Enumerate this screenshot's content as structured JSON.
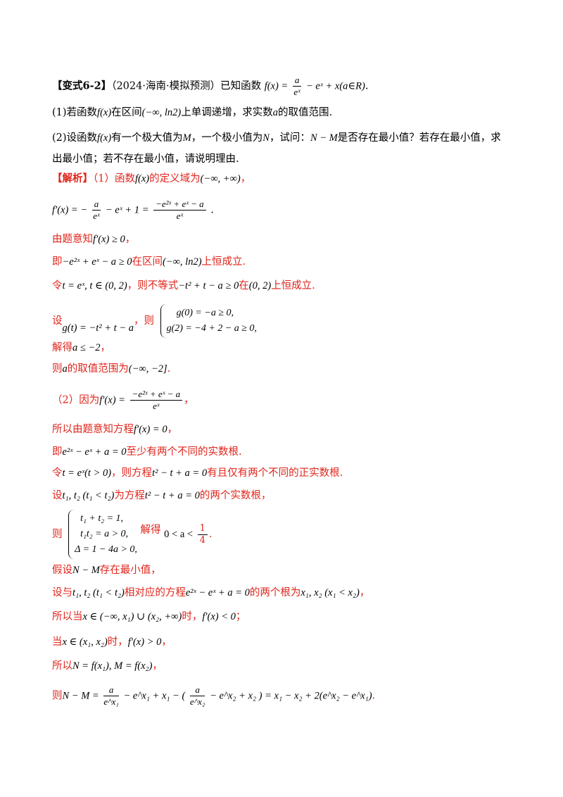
{
  "problem": {
    "tag": "【变式6-2】",
    "source": "（2024·海南·模拟预测）已知函数",
    "func_lhs": "f(x) =",
    "func_frac_num": "a",
    "func_frac_den": "eˣ",
    "func_rest": "− eˣ + x(a∈R)",
    "func_end": ".",
    "q1_prefix": "(1)若函数",
    "q1_f": "f(x)",
    "q1_mid": "在区间",
    "q1_interval": "(−∞, ln2)",
    "q1_mid2": "上单调递增，求实数",
    "q1_a": "a",
    "q1_end": "的取值范围.",
    "q2_line1_a": "(2)设函数",
    "q2_line1_f": "f(x)",
    "q2_line1_b": "有一个极大值为",
    "q2_line1_M": "M",
    "q2_line1_c": "，一个极小值为",
    "q2_line1_N": "N",
    "q2_line1_d": "，试问：",
    "q2_line1_NM": "N − M",
    "q2_line1_e": "是否存在最小值？若存在最小值，求",
    "q2_line2": "出最小值；若不存在最小值，请说明理由."
  },
  "solution": {
    "head": "【解析】",
    "s1a": "（1）函数",
    "s1f": "f(x)",
    "s1b": "的定义域为",
    "s1dom": "(−∞, +∞)",
    "s1c": "，",
    "d1_lhs": "f′(x) = −",
    "d1_num1": "a",
    "d1_den1": "eˣ",
    "d1_mid": "− eˣ + 1 =",
    "d1_num2": "−e²ˣ + eˣ − a",
    "d1_den2": "eˣ",
    "d1_end": ".",
    "s2a": "由题意知",
    "s2m": "f′(x) ≥ 0",
    "s2b": "，",
    "s3a": "即",
    "s3m": "−e²ˣ + eˣ − a ≥ 0",
    "s3b": "在区间",
    "s3i": "(−∞, ln2)",
    "s3c": "上恒成立.",
    "s4a": "令",
    "s4m": "t = eˣ, t ∈ (0, 2)",
    "s4b": "，则不等式",
    "s4m2": "−t² + t − a ≥ 0",
    "s4c": "在",
    "s4i": "(0, 2)",
    "s4d": "上恒成立.",
    "s5a": "设",
    "s5m": "g(t) = −t² + t − a",
    "s5b": "，则",
    "s5sys1": "g(0) = −a ≥ 0,",
    "s5sys2": "g(2) = −4 + 2 − a ≥ 0,",
    "s6a": "解得",
    "s6m": "a ≤ −2",
    "s6b": "，",
    "s7a": "则",
    "s7m": "a",
    "s7b": "的取值范围为",
    "s7i": "(−∞, −2]",
    "s7c": ".",
    "p2a": "（2）因为",
    "p2lhs": "f′(x) =",
    "p2num": "−e²ˣ + eˣ − a",
    "p2den": "eˣ",
    "p2b": "，",
    "p3a": "所以由题意知方程",
    "p3m": "f′(x) = 0",
    "p3b": "，",
    "p4a": "即",
    "p4m": "e²ˣ − eˣ + a = 0",
    "p4b": "至少有两个不同的实数根.",
    "p5a": "令",
    "p5m": "t = eˣ(t > 0)",
    "p5b": "，则方程",
    "p5m2": "t² − t + a = 0",
    "p5c": "有且仅有两个不同的正实数根.",
    "p6a": "设",
    "p6m": "t₁, t₂ (t₁ < t₂)",
    "p6b": "为方程",
    "p6m2": "t² − t + a = 0",
    "p6c": "的两个实数根，",
    "p7a": "则",
    "p7sys1": "t₁ + t₂ = 1,",
    "p7sys2": "t₁t₂ = a > 0,",
    "p7sys3": "Δ = 1 − 4a > 0,",
    "p7b": "解得",
    "p7m": "0 < a <",
    "p7num": "1",
    "p7den": "4",
    "p7c": ".",
    "p8a": "假设",
    "p8m": "N − M",
    "p8b": "存在最小值，",
    "p9a": "设与",
    "p9m": "t₁, t₂ (t₁ < t₂)",
    "p9b": "相对应的方程",
    "p9m2": "e²ˣ − eˣ + a = 0",
    "p9c": "的两个根为",
    "p9m3": "x₁, x₂ (x₁ < x₂)",
    "p9d": "，",
    "p10a": "所以当",
    "p10m": "x ∈ (−∞, x₁) ∪ (x₂, +∞)",
    "p10b": "时，",
    "p10m2": "f′(x) < 0",
    "p10c": "；",
    "p11a": "当",
    "p11m": "x ∈ (x₁, x₂)",
    "p11b": "时，",
    "p11m2": "f′(x) > 0",
    "p11c": "，",
    "p12a": "所以",
    "p12m": "N = f(x₁), M = f(x₂)",
    "p12b": "，",
    "p13a": "则",
    "p13m1": "N − M =",
    "p13n1": "a",
    "p13d1": "e^x₁",
    "p13m2": "− e^x₁ + x₁ − (",
    "p13n2": "a",
    "p13d2": "e^x₂",
    "p13m3": "− e^x₂ + x₂ ) = x₁ − x₂ + 2(e^x₂ − e^x₁)",
    "p13b": "."
  }
}
